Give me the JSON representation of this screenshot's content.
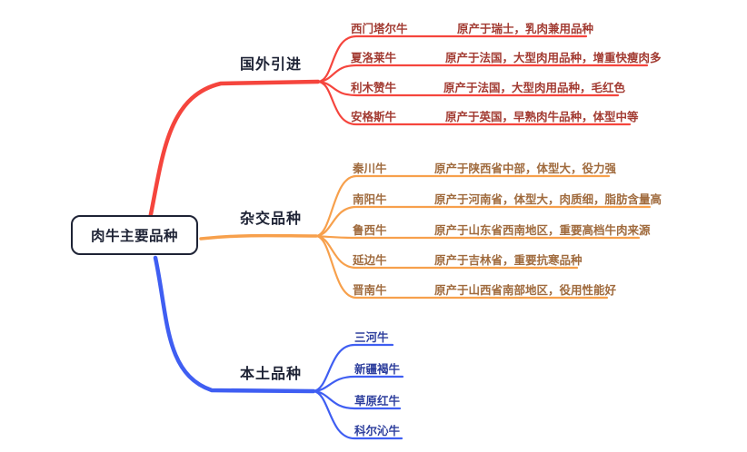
{
  "root": {
    "label": "肉牛主要品种"
  },
  "colors": {
    "root_border": "#1e2335",
    "branch_red_line": "#f5453d",
    "branch_red_text": "#a23b32",
    "branch_orange_line": "#f7a04c",
    "branch_orange_text": "#a06b3e",
    "branch_blue_line": "#3f5ef2",
    "branch_blue_text": "#2e3f9d"
  },
  "branches": [
    {
      "label": "国外引进",
      "color": "#f5453d",
      "children": [
        {
          "label": "西门塔尔牛",
          "desc": "原产于瑞士，乳肉兼用品种"
        },
        {
          "label": "夏洛莱牛",
          "desc": "原产于法国，大型肉用品种，增重快瘦肉多"
        },
        {
          "label": "利木赞牛",
          "desc": "原产于法国，大型肉用品种，毛红色"
        },
        {
          "label": "安格斯牛",
          "desc": "原产于英国，早熟肉牛品种，体型中等"
        }
      ]
    },
    {
      "label": "杂交品种",
      "color": "#f7a04c",
      "children": [
        {
          "label": "秦川牛",
          "desc": "原产于陕西省中部，体型大，役力强"
        },
        {
          "label": "南阳牛",
          "desc": "原产于河南省，体型大，肉质细，脂肪含量高"
        },
        {
          "label": "鲁西牛",
          "desc": "原产于山东省西南地区，重要高档牛肉来源"
        },
        {
          "label": "延边牛",
          "desc": "原产于吉林省，重要抗寒品种"
        },
        {
          "label": "晋南牛",
          "desc": "原产于山西省南部地区，役用性能好"
        }
      ]
    },
    {
      "label": "本土品种",
      "color": "#3f5ef2",
      "children": [
        {
          "label": "三河牛",
          "desc": ""
        },
        {
          "label": "新疆褐牛",
          "desc": ""
        },
        {
          "label": "草原红牛",
          "desc": ""
        },
        {
          "label": "科尔沁牛",
          "desc": ""
        }
      ]
    }
  ]
}
